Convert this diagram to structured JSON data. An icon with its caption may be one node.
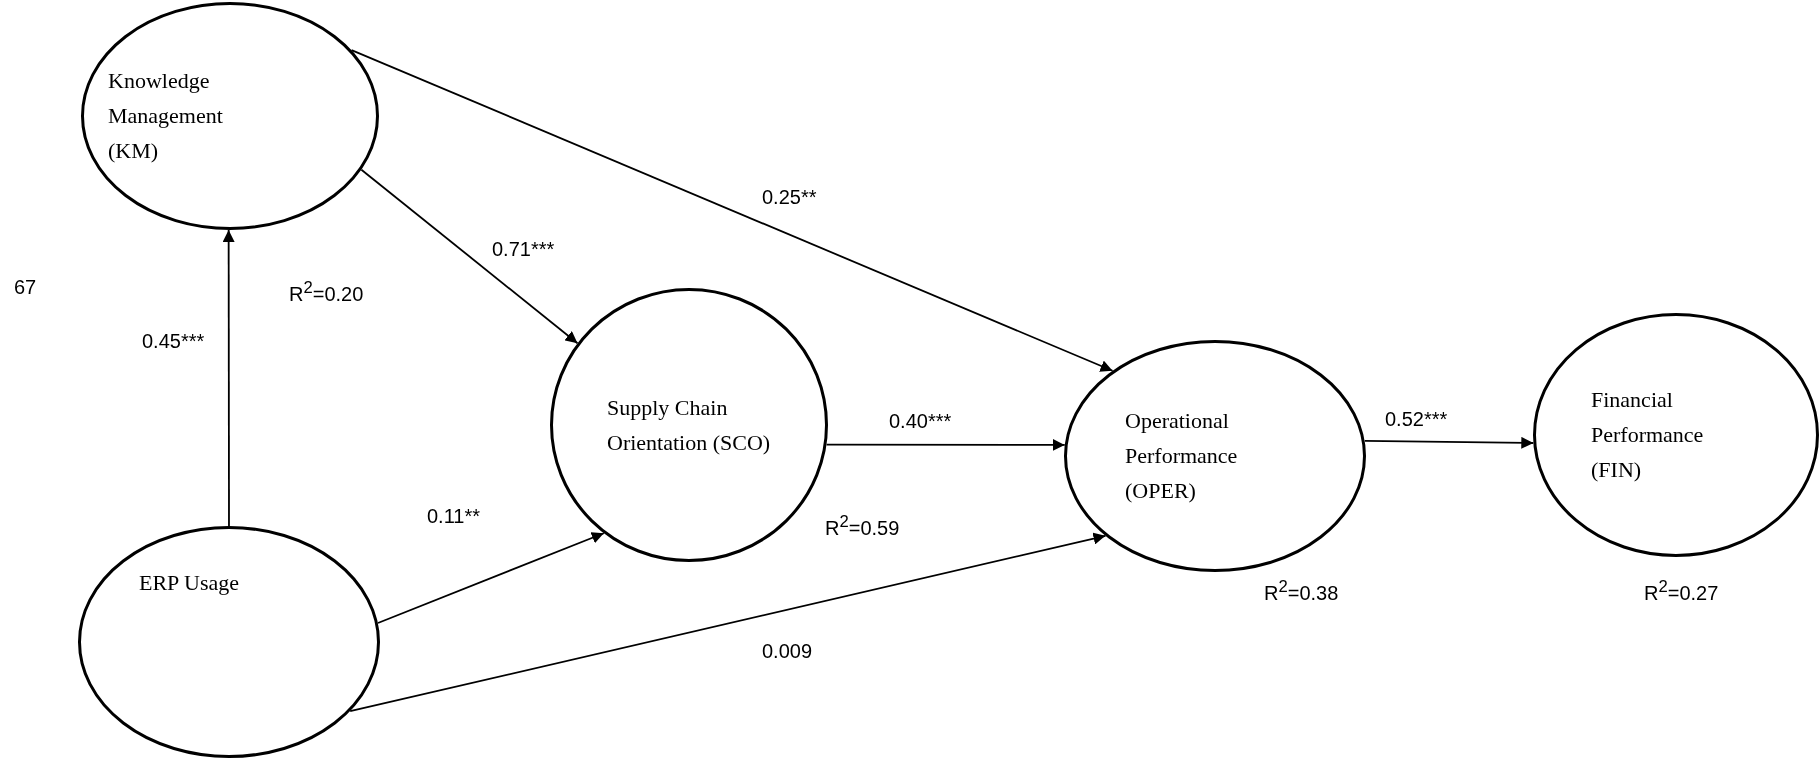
{
  "diagram": {
    "nodes": [
      {
        "text": [
          "Knowledge Management (KM)"
        ],
        "beside": [
          "R$^{2}$=0.20"
        ]
      },
      {
        "text": [
          "ERP Usage"
        ]
      },
      {
        "text": [
          "Supply Chain Orientation (SCO)"
        ],
        "beside": [
          "R$^{2}$=0.59"
        ]
      },
      {
        "text": [
          "Operational Performance (OPER)"
        ],
        "beside": [
          "R$^{2}$=0.38"
        ]
      },
      {
        "text": [
          "Financial Performance (FIN)"
        ],
        "beside": [
          "R$^{2}$=0.27"
        ]
      }
    ],
    "edges": [
      {
        "from": 1,
        "to": 0,
        "arrow": "to",
        "label": "0.45***"
      },
      {
        "from": 0,
        "to": 2,
        "arrow": "to",
        "label": "0.71***"
      },
      {
        "from": 0,
        "to": 3,
        "arrow": "to",
        "label": "0.25**"
      },
      {
        "from": 1,
        "to": 2,
        "arrow": "to",
        "label": "0.11**"
      },
      {
        "from": 1,
        "to": 3,
        "arrow": "to",
        "label": "0.009"
      },
      {
        "from": 2,
        "to": 3,
        "arrow": "to",
        "label": "0.40***"
      },
      {
        "from": 3,
        "to": 4,
        "arrow": "to",
        "label": "0.52***"
      }
    ],
    "labels": [
      "67"
    ]
  }
}
